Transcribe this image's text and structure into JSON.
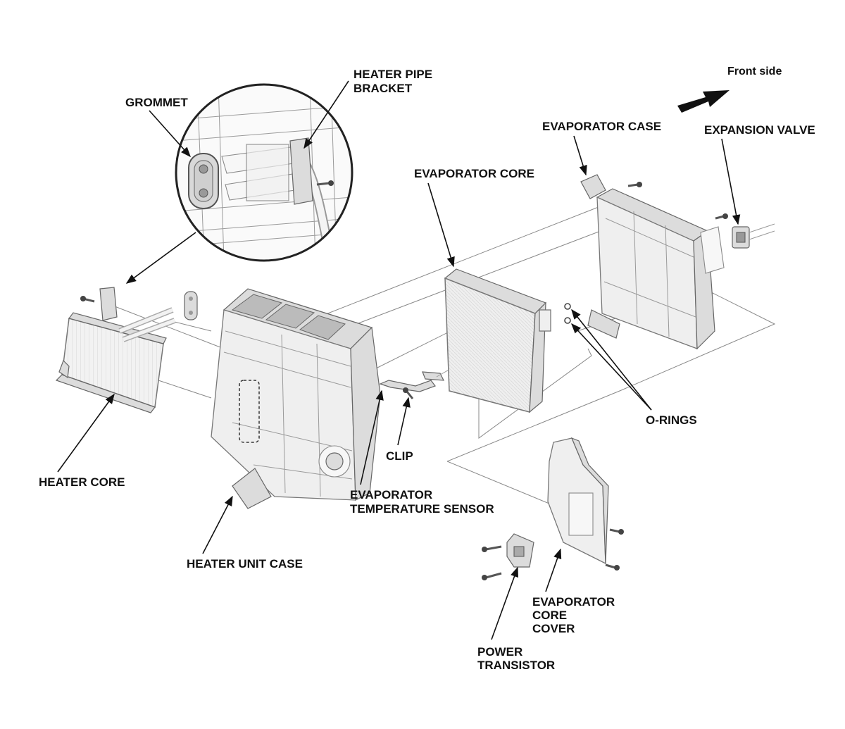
{
  "labels": {
    "front_side": "Front side",
    "heater_pipe_bracket_1": "HEATER PIPE",
    "heater_pipe_bracket_2": "BRACKET",
    "grommet": "GROMMET",
    "evaporator_case": "EVAPORATOR CASE",
    "expansion_valve": "EXPANSION VALVE",
    "evaporator_core": "EVAPORATOR CORE",
    "o_rings": "O-RINGS",
    "clip": "CLIP",
    "heater_core": "HEATER CORE",
    "evap_temp_sensor_1": "EVAPORATOR",
    "evap_temp_sensor_2": "TEMPERATURE SENSOR",
    "heater_unit_case": "HEATER UNIT CASE",
    "evap_core_cover_1": "EVAPORATOR",
    "evap_core_cover_2": "CORE",
    "evap_core_cover_3": "COVER",
    "power_transistor_1": "POWER",
    "power_transistor_2": "TRANSISTOR"
  }
}
